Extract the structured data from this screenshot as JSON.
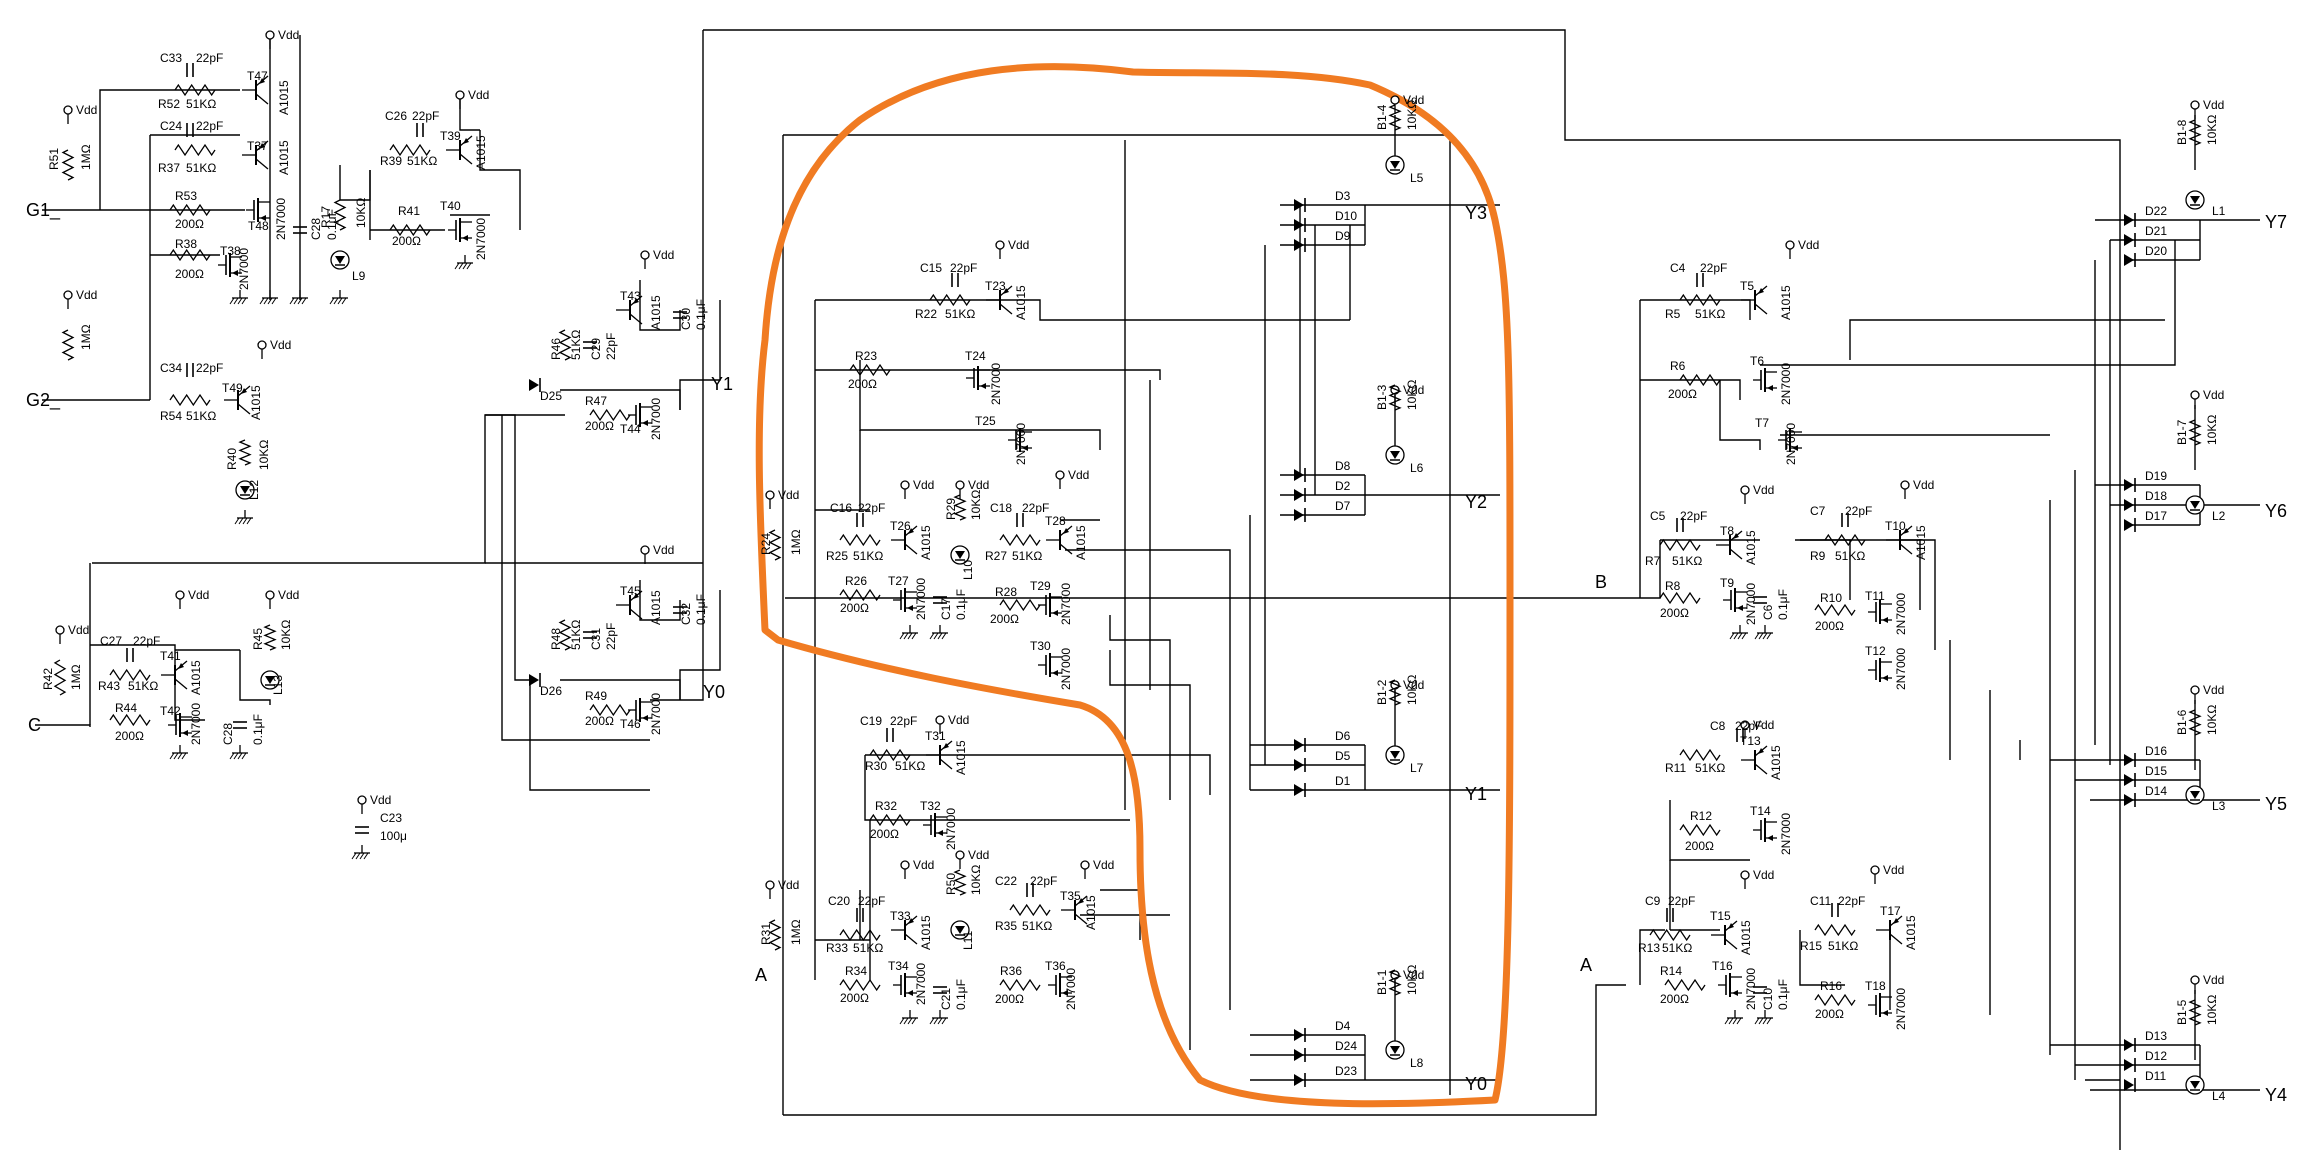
{
  "ports": {
    "G1": "G1_",
    "G2": "G2_",
    "C": "C",
    "A": "A",
    "B": "B",
    "Y0": "Y0",
    "Y1": "Y1",
    "Y2": "Y2",
    "Y3": "Y3",
    "Y4": "Y4",
    "Y5": "Y5",
    "Y6": "Y6",
    "Y7": "Y7"
  },
  "supply": "Vdd",
  "highlight_color": "#f07b22",
  "parts": {
    "C33": "C33",
    "C33v": "22pF",
    "T47": "T47",
    "R52": "R52",
    "R52v": "51KΩ",
    "C24": "C24",
    "C24v": "22pF",
    "T37": "T37",
    "R37": "R37",
    "R37v": "51KΩ",
    "R51": "R51",
    "R51v": "1MΩ",
    "R53": "R53",
    "R53v": "200Ω",
    "T48": "T48",
    "R38": "R38",
    "R38v": "200Ω",
    "T38": "T38",
    "C34": "C34",
    "C34v": "22pF",
    "R54": "R54",
    "R54v": "51KΩ",
    "T49": "T49",
    "R40": "R40",
    "R40v": "10KΩ",
    "L12": "L12",
    "R17": "R17",
    "R17v": "10KΩ",
    "L9": "L9",
    "C26": "C26",
    "C26v": "22pF",
    "R39": "R39",
    "R39v": "51KΩ",
    "T39": "T39",
    "R41": "R41",
    "R41v": "200Ω",
    "T40": "T40",
    "T43": "T43",
    "R46": "R46",
    "R46v": "51KΩ",
    "C29": "C29",
    "C29v": "22pF",
    "C30": "C30",
    "C30v": "0.1μF",
    "D25": "D25",
    "R47": "R47",
    "R47v": "200Ω",
    "T44": "T44",
    "T45": "T45",
    "R48": "R48",
    "R48v": "51KΩ",
    "C31": "C31",
    "C31v": "22pF",
    "C32": "C32",
    "C32v": "0.1μF",
    "D26": "D26",
    "R49": "R49",
    "R49v": "200Ω",
    "T46": "T46",
    "R42": "R42",
    "R42v": "1MΩ",
    "C27": "C27",
    "C27v": "22pF",
    "R43": "R43",
    "R43v": "51KΩ",
    "T41": "T41",
    "R45": "R45",
    "R45v": "10KΩ",
    "L13": "L13",
    "R44": "R44",
    "R44v": "200Ω",
    "T42": "T42",
    "C28": "C28",
    "C28v": "0.1μF",
    "C23": "C23",
    "C23v": "100μ",
    "C15": "C15",
    "C15v": "22pF",
    "R22": "R22",
    "R22v": "51KΩ",
    "T23": "T23",
    "R23": "R23",
    "R23v": "200Ω",
    "T24": "T24",
    "T25": "T25",
    "R24": "R24",
    "R24v": "1MΩ",
    "C16": "C16",
    "C16v": "22pF",
    "R25": "R25",
    "R25v": "51KΩ",
    "T26": "T26",
    "R26": "R26",
    "R26v": "200Ω",
    "T27": "T27",
    "C17": "C17",
    "C17v": "0.1μF",
    "R29": "R29",
    "R29v": "10KΩ",
    "L10": "L10",
    "C18": "C18",
    "C18v": "22pF",
    "R27": "R27",
    "R27v": "51KΩ",
    "T28": "T28",
    "R28": "R28",
    "R28v": "200Ω",
    "T29": "T29",
    "T30": "T30",
    "C19": "C19",
    "C19v": "22pF",
    "R30": "R30",
    "R30v": "51KΩ",
    "T31": "T31",
    "R32": "R32",
    "R32v": "200Ω",
    "T32": "T32",
    "R31": "R31",
    "R31v": "1MΩ",
    "C20": "C20",
    "C20v": "22pF",
    "R33": "R33",
    "R33v": "51KΩ",
    "T33": "T33",
    "R34": "R34",
    "R34v": "200Ω",
    "T34": "T34",
    "C21": "C21",
    "C21v": "0.1μF",
    "R50": "R50",
    "R50v": "10KΩ",
    "L11": "L11",
    "C22": "C22",
    "C22v": "22pF",
    "R35": "R35",
    "R35v": "51KΩ",
    "T35": "T35",
    "R36": "R36",
    "R36v": "200Ω",
    "T36": "T36",
    "D3": "D3",
    "D10": "D10",
    "D9": "D9",
    "L5": "L5",
    "R14b": "B1-4",
    "R14bv": "10KΩ",
    "D8": "D8",
    "D2": "D2",
    "D7": "D7",
    "L6": "L6",
    "R13b": "B1-3",
    "R13bv": "10KΩ",
    "D6": "D6",
    "D5": "D5",
    "D1": "D1",
    "L7": "L7",
    "R12b": "B1-2",
    "R12bv": "10KΩ",
    "D4": "D4",
    "D24": "D24",
    "D23": "D23",
    "L8": "L8",
    "R11b": "B1-1",
    "R11bv": "10KΩ",
    "C4": "C4",
    "C4v": "22pF",
    "R5": "R5",
    "R5v": "51KΩ",
    "T5": "T5",
    "R6": "R6",
    "R6v": "200Ω",
    "T6": "T6",
    "T7": "T7",
    "C5": "C5",
    "C5v": "22pF",
    "R7": "R7",
    "R7v": "51KΩ",
    "T8": "T8",
    "R8": "R8",
    "R8v": "200Ω",
    "T9": "T9",
    "C6": "C6",
    "C6v": "0.1μF",
    "C7": "C7",
    "C7v": "22pF",
    "R9": "R9",
    "R9v": "51KΩ",
    "T10": "T10",
    "R10": "R10",
    "R10v": "200Ω",
    "T11": "T11",
    "T12": "T12",
    "C8": "C8",
    "C8v": "22pF",
    "R11": "R11",
    "R11v": "51KΩ",
    "T13": "T13",
    "R12": "R12",
    "R12v": "200Ω",
    "T14": "T14",
    "C9": "C9",
    "C9v": "22pF",
    "R13": "R13",
    "R13v": "51KΩ",
    "T15": "T15",
    "R14": "R14",
    "R14v": "200Ω",
    "T16": "T16",
    "C10": "C10",
    "C10v": "0.1μF",
    "C11": "C11",
    "C11v": "22pF",
    "R15": "R15",
    "R15v": "51KΩ",
    "T17": "T17",
    "R16": "R16",
    "R16v": "200Ω",
    "T18": "T18",
    "D22": "D22",
    "D21": "D21",
    "D20": "D20",
    "L1": "L1",
    "R18b": "B1-8",
    "R18bv": "10KΩ",
    "D19": "D19",
    "D18": "D18",
    "D17": "D17",
    "L2": "L2",
    "R17b": "B1-7",
    "R17bv": "10KΩ",
    "D16": "D16",
    "D15": "D15",
    "D14": "D14",
    "L3": "L3",
    "R16b": "B1-6",
    "R16bv": "10KΩ",
    "D13": "D13",
    "D12": "D12",
    "D11": "D11",
    "L4": "L4",
    "R15b": "B1-5",
    "R15bv": "10KΩ",
    "pnp": "A1015",
    "nmos": "2N7000"
  }
}
